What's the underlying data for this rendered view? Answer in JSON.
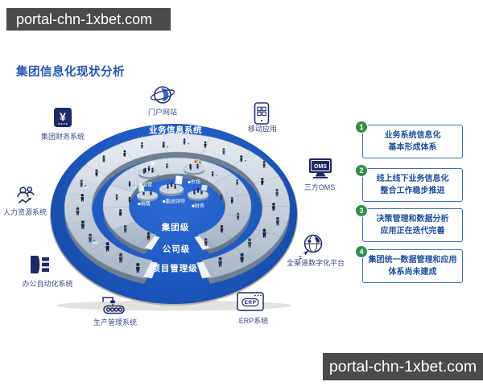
{
  "watermarks": {
    "top": "portal-chn-1xbet.com",
    "bottom": "portal-chn-1xbet.com"
  },
  "title": "集团信息化现状分析",
  "diagram": {
    "outer_band_label": "业务信息系统",
    "levels": [
      {
        "label": "集团级"
      },
      {
        "label": "公司级"
      },
      {
        "label": "项目管理级"
      }
    ],
    "center_groups": [
      {
        "label": "■运营"
      },
      {
        "label": "■市场"
      },
      {
        "label": "■集团领导"
      },
      {
        "label": "■销售"
      },
      {
        "label": "■财务"
      }
    ],
    "systems": [
      {
        "label": "门户网站",
        "icon": "planet-icon"
      },
      {
        "label": "移动应用",
        "icon": "mobile-app-icon"
      },
      {
        "label": "集团财务系统",
        "icon": "yuan-icon",
        "icon_text": "¥"
      },
      {
        "label": "人力资源系统",
        "icon": "people-icon"
      },
      {
        "label": "办公自动化系统",
        "icon": "documents-icon"
      },
      {
        "label": "生产管理系统",
        "icon": "machine-icon"
      },
      {
        "label": "ERP系统",
        "icon": "erp-window-icon",
        "icon_text": "ERP"
      },
      {
        "label": "三方OMS",
        "icon": "monitor-icon",
        "icon_text": "OMS"
      },
      {
        "label": "全渠道数字化平台",
        "icon": "globe-plane-icon"
      }
    ]
  },
  "findings": [
    {
      "number": "1",
      "lines": [
        "业务系统信息化",
        "基本形成体系"
      ]
    },
    {
      "number": "2",
      "lines": [
        "线上线下业务信息化",
        "整合工作稳步推进"
      ]
    },
    {
      "number": "3",
      "lines": [
        "决策管理和数据分析",
        "应用正在迭代完善"
      ]
    },
    {
      "number": "4",
      "lines": [
        "集团统一数据管理和应用",
        "体系尚未建成"
      ]
    }
  ],
  "colors": {
    "primary_blue": "#1d5bc4",
    "title_blue": "#2257b8",
    "icon_navy": "#27347c",
    "system_label": "#3b4a85",
    "badge_green": "#2f9148",
    "finding_border": "#3e6fae",
    "finding_text": "#1d4fa0",
    "watermark_bg": "#4b4b4b",
    "ring_silver": "#c9d4df"
  }
}
